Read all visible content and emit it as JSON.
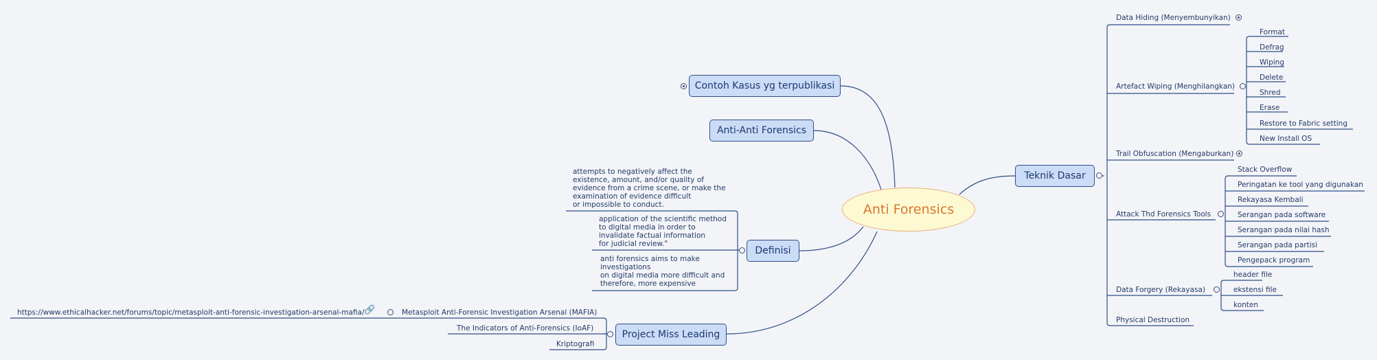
{
  "central": "Anti Forensics",
  "teknik_dasar": {
    "label": "Teknik Dasar",
    "data_hiding": "Data Hiding (Menyembunyikan)",
    "artefact_wiping": {
      "label": "Artefact Wiping (Menghilangkan)",
      "items": [
        "Format",
        "Defrag",
        "Wiping",
        "Delete",
        "Shred",
        "Erase",
        "Restore to Fabric setting",
        "New Install OS"
      ]
    },
    "trail_obfuscation": "Trail Obfuscation (Mengaburkan)",
    "attack_tools": {
      "label": "Attack Thd Forensics Tools",
      "items": [
        "Stack Overflow",
        "Peringatan ke tool yang digunakan",
        "Rekayasa Kembali",
        "Serangan pada software",
        "Serangan pada nilai hash",
        "Serangan pada partisi",
        "Pengepack program"
      ]
    },
    "data_forgery": {
      "label": "Data Forgery (Rekayasa)",
      "items": [
        "header file",
        "ekstensi file",
        "konten"
      ]
    },
    "physical_destruction": "Physical Destruction"
  },
  "contoh_kasus": "Contoh Kasus yg terpublikasi",
  "anti_anti": "Anti-Anti Forensics",
  "definisi": {
    "label": "Definisi",
    "items": [
      "attempts to negatively affect the\nexistence, amount, and/or quality of\nevidence from a crime scene, or make the\nexamination of evidence difficult\nor impossible to conduct.",
      "application of the scientific method\nto digital media in order to\ninvalidate factual information\nfor judicial review.\"",
      "anti forensics aims to make\ninvestigations\non digital media more difficult and\ntherefore, more expensive"
    ]
  },
  "project_miss_leading": {
    "label": "Project Miss Leading",
    "mafia": "Metasploit Anti-Forensic Investigation Arsenal (MAFIA)",
    "mafia_url": "https://www.ethicalhacker.net/forums/topic/metasploit-anti-forensic-investigation-arsenal-mafia/",
    "ioaf": "The Indicators of Anti-Forensics (IoAF)",
    "kriptografi": "Kriptografi"
  },
  "icons": {
    "toggle_collapsed": "collapse-plus-icon",
    "toggle_expanded": "collapse-minus-icon",
    "link": "link-icon"
  },
  "colors": {
    "background": "#f3f4f8",
    "central_fill": "#fdf9d3",
    "central_text": "#d9772c",
    "topic_fill": "#cbdcf7",
    "line": "#2f4e86"
  }
}
